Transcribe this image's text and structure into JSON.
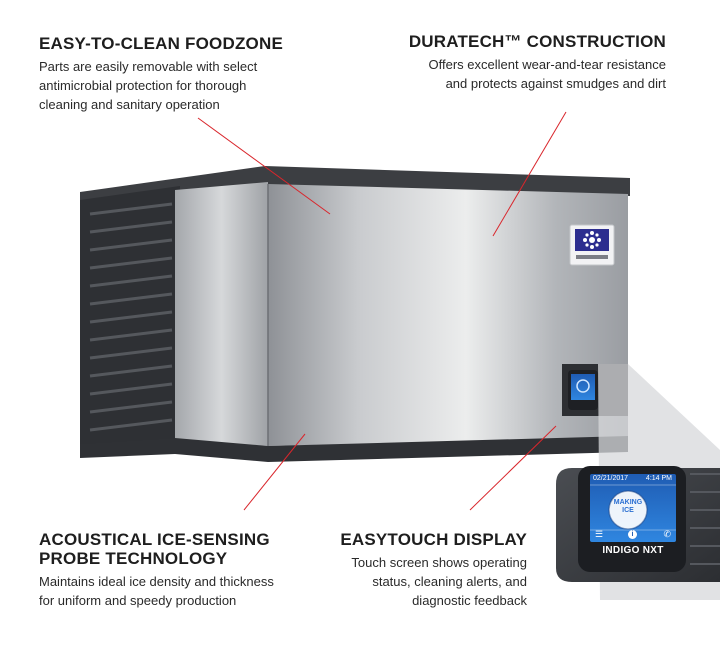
{
  "features": {
    "foodzone": {
      "title": "EASY-TO-CLEAN FOODZONE",
      "lines": [
        "Parts are easily removable with select",
        "antimicrobial protection for thorough",
        "cleaning and sanitary operation"
      ]
    },
    "duratech": {
      "title": "DURATECH™ CONSTRUCTION",
      "lines": [
        "Offers excellent wear-and-tear resistance",
        "and protects against smudges and dirt"
      ]
    },
    "acoustical": {
      "title_lines": [
        "ACOUSTICAL ICE-SENSING",
        "PROBE TECHNOLOGY"
      ],
      "lines": [
        "Maintains ideal ice density and thickness",
        "for uniform and speedy production"
      ]
    },
    "easytouch": {
      "title": "EASYTOUCH DISPLAY",
      "lines": [
        "Touch screen shows operating",
        "status, cleaning alerts, and",
        "diagnostic feedback"
      ]
    }
  },
  "display": {
    "date": "02/21/2017",
    "time": "4:14 PM",
    "status_lines": [
      "MAKING",
      "ICE"
    ],
    "brand": "INDIGO NXT"
  },
  "colors": {
    "callout_line": "#d9262c",
    "steel": "#b9bcc0",
    "dark_panel": "#3a3d42",
    "screen_accent": "#2a6fd1"
  }
}
